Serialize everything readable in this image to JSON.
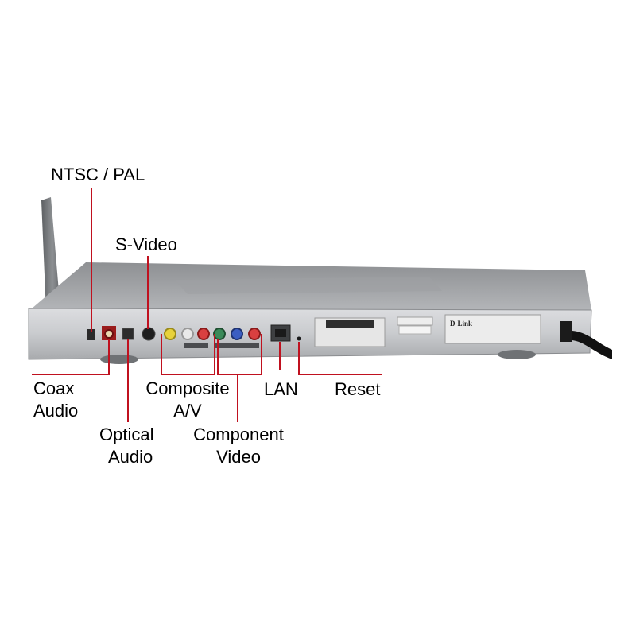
{
  "device": {
    "brand_badge": "D-Link",
    "accent_color": "#c0111f",
    "chassis_color": "#a9abae"
  },
  "callouts": {
    "ntsc_pal": "NTSC / PAL",
    "s_video": "S-Video",
    "coax_audio": {
      "line1": "Coax",
      "line2": "Audio"
    },
    "optical_audio": {
      "line1": "Optical",
      "line2": "Audio"
    },
    "composite_av": {
      "line1": "Composite",
      "line2": "A/V"
    },
    "component_video": {
      "line1": "Component",
      "line2": "Video"
    },
    "lan": "LAN",
    "reset": "Reset"
  }
}
